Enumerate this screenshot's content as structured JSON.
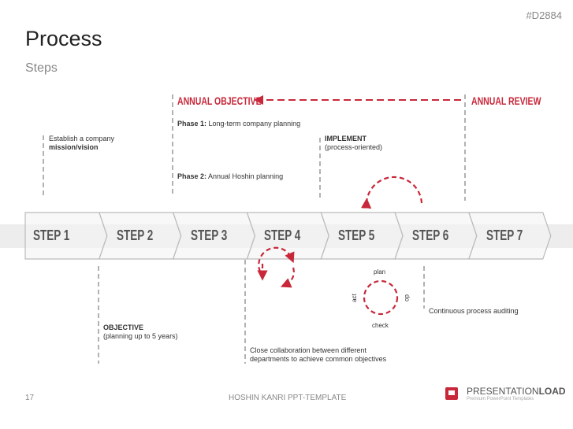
{
  "header": {
    "title": "Process",
    "subtitle": "Steps",
    "code": "#D2884"
  },
  "timeline": {
    "annual_objective": "ANNUAL OBJECTIVE",
    "annual_review": "ANNUAL REVIEW"
  },
  "steps": [
    "STEP 1",
    "STEP 2",
    "STEP 3",
    "STEP 4",
    "STEP 5",
    "STEP 6",
    "STEP 7"
  ],
  "notes": {
    "mission_pre": "Establish a company",
    "mission_bold": "mission/vision",
    "phase1_bold": "Phase 1:",
    "phase1": " Long-term company planning",
    "phase2_bold": "Phase 2:",
    "phase2": " Annual Hoshin planning",
    "implement_bold": "IMPLEMENT",
    "implement": "(process-oriented)",
    "objective_bold": "OBJECTIVE",
    "objective": "(planning up to 5 years)",
    "collab1": "Close collaboration between different",
    "collab2": "departments to achieve common objectives",
    "auditing": "Continuous process auditing"
  },
  "cycle": {
    "plan": "plan",
    "do": "do",
    "check": "check",
    "act": "act"
  },
  "footer": {
    "page": "17",
    "center": "HOSHIN KANRI PPT-TEMPLATE",
    "logo_a": "PRESENTATION",
    "logo_b": "LOAD",
    "logo_sub": "Premium PowerPoint Templates"
  },
  "colors": {
    "accent": "#c8283a",
    "step_text": "#555555"
  }
}
